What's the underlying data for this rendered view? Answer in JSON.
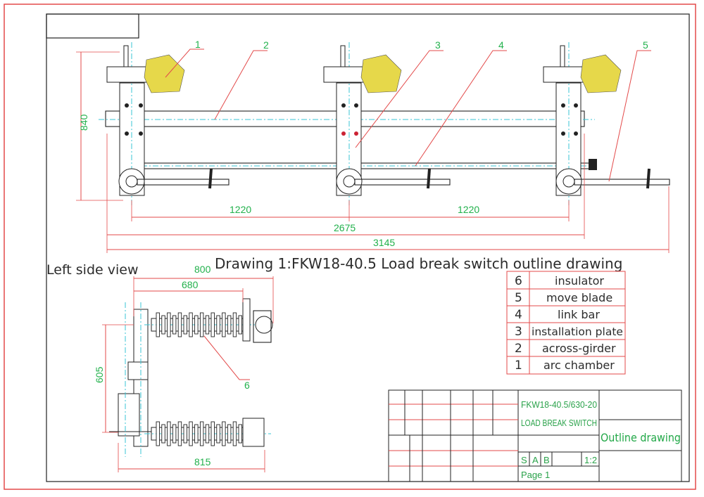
{
  "title": "Drawing 1:FKW18-40.5 Load break switch outline drawing",
  "side_view_label": "Left side view",
  "dimensions": {
    "top_height": "840",
    "span_left": "1220",
    "span_right": "1220",
    "total_inner": "2675",
    "total_outer": "3145",
    "side_800": "800",
    "side_680": "680",
    "side_605": "605",
    "side_815": "815"
  },
  "part_numbers": [
    "1",
    "2",
    "3",
    "4",
    "5",
    "6"
  ],
  "parts_table": [
    {
      "no": "6",
      "name": "insulator"
    },
    {
      "no": "5",
      "name": "move blade"
    },
    {
      "no": "4",
      "name": "link bar"
    },
    {
      "no": "3",
      "name": "installation plate"
    },
    {
      "no": "2",
      "name": "across-girder"
    },
    {
      "no": "1",
      "name": "arc chamber"
    }
  ],
  "title_block": {
    "model_line1": "FKW18-40.5/630-20",
    "model_line2": "LOAD BREAK SWITCH",
    "drawing_type": "Outline drawing",
    "stage_s": "S",
    "stage_a": "A",
    "stage_b": "B",
    "scale": "1:2",
    "page": "Page 1"
  },
  "colors": {
    "frame": "#e34a4a",
    "dimension_text": "#22b14c",
    "centerline": "#39c6d6",
    "arc_chamber": "#e6d84a"
  }
}
